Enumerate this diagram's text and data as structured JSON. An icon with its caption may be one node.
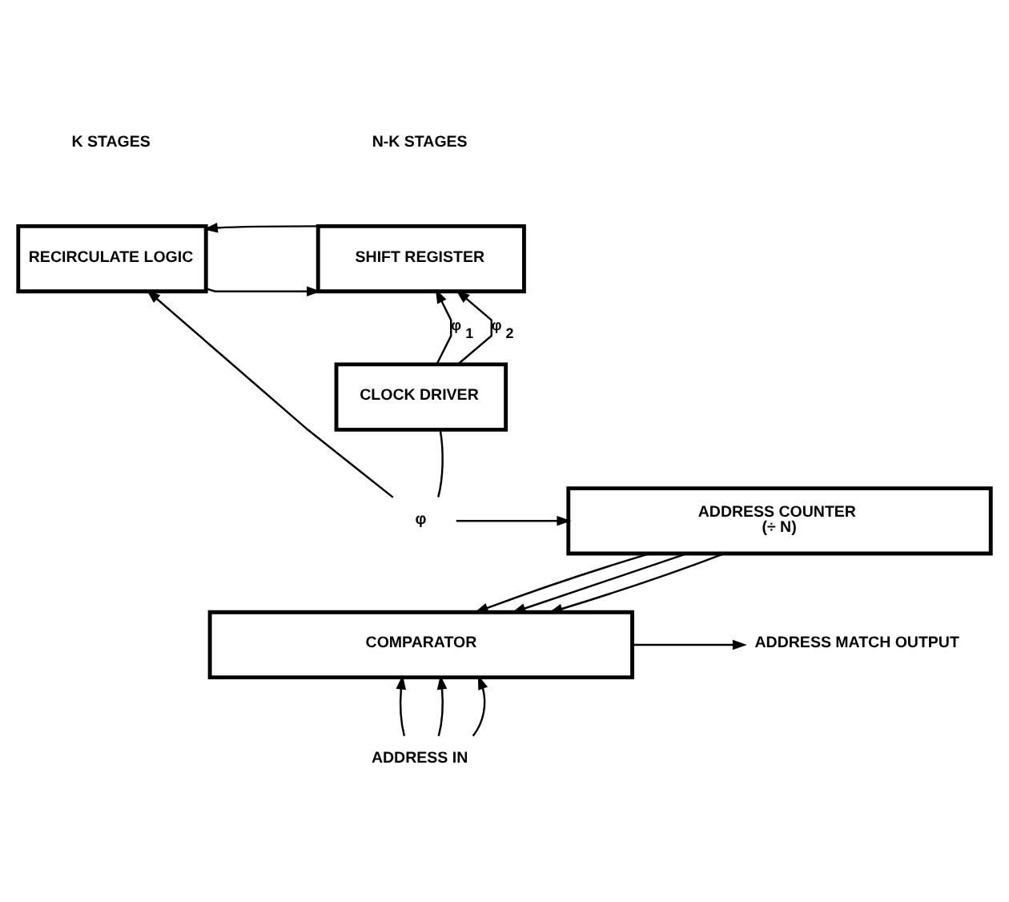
{
  "diagram": {
    "nodes": [
      {
        "text": [
          "SHIFT REGISTER"
        ]
      },
      {
        "text": [
          "RECIRCULATE LOGIC"
        ]
      },
      {
        "text": [
          "CLOCK DRIVER"
        ]
      },
      {
        "text": [
          "ADDRESS COUNTER",
          "(÷ N)"
        ]
      },
      {
        "text": [
          "COMPARATOR"
        ]
      },
      {
        "text": [
          "φ"
        ]
      },
      {
        "text": [
          "ADDRESS MATCH OUTPUT"
        ]
      },
      {
        "text": [
          "ADDRESS IN"
        ]
      }
    ],
    "edges": [
      {
        "from": 1,
        "to": 0,
        "arrow": "to"
      },
      {
        "from": 0,
        "to": 1,
        "arrow": "to"
      },
      {
        "from": 2,
        "to": 0,
        "arrow": "to",
        "label": "φ$_{1}$"
      },
      {
        "from": 2,
        "to": 0,
        "arrow": "to",
        "label": "φ$_{2}$"
      },
      {
        "from": 5,
        "to": 2,
        "arrow": "none"
      },
      {
        "from": 5,
        "to": 1,
        "arrow": "to"
      },
      {
        "from": 5,
        "to": 3,
        "arrow": "to"
      },
      {
        "from": 3,
        "to": 4,
        "arrow": "to"
      },
      {
        "from": 3,
        "to": 4,
        "arrow": "to"
      },
      {
        "from": 3,
        "to": 4,
        "arrow": "to"
      },
      {
        "from": 4,
        "to": 6,
        "arrow": "to"
      },
      {
        "from": 7,
        "to": 4,
        "arrow": "to"
      },
      {
        "from": 7,
        "to": 4,
        "arrow": "to"
      },
      {
        "from": 7,
        "to": 4,
        "arrow": "to"
      }
    ],
    "labels": [
      "N-K STAGES",
      "K STAGES"
    ]
  }
}
